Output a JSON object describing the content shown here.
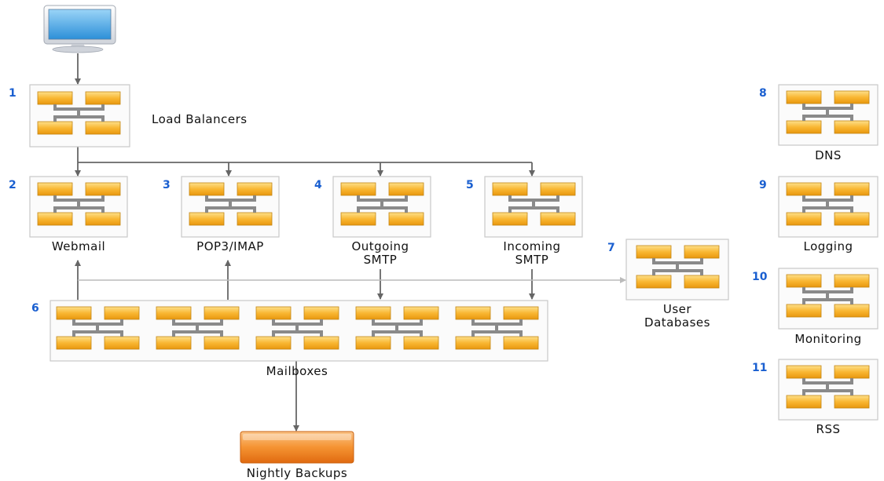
{
  "labels": {
    "load_balancers": "Load Balancers",
    "webmail": "Webmail",
    "pop3_imap": "POP3/IMAP",
    "outgoing_smtp_1": "Outgoing",
    "outgoing_smtp_2": "SMTP",
    "incoming_smtp_1": "Incoming",
    "incoming_smtp_2": "SMTP",
    "user_databases_1": "User",
    "user_databases_2": "Databases",
    "mailboxes": "Mailboxes",
    "nightly_backups": "Nightly Backups",
    "dns": "DNS",
    "logging": "Logging",
    "monitoring": "Monitoring",
    "rss": "RSS"
  },
  "numbers": {
    "n1": "1",
    "n2": "2",
    "n3": "3",
    "n4": "4",
    "n5": "5",
    "n6": "6",
    "n7": "7",
    "n8": "8",
    "n9": "9",
    "n10": "10",
    "n11": "11"
  },
  "colors": {
    "node_orange": "#f9b733",
    "connector_gray": "#8a8a8a",
    "number_blue": "#1a5fd0",
    "backup_orange": "#f07f1c"
  }
}
